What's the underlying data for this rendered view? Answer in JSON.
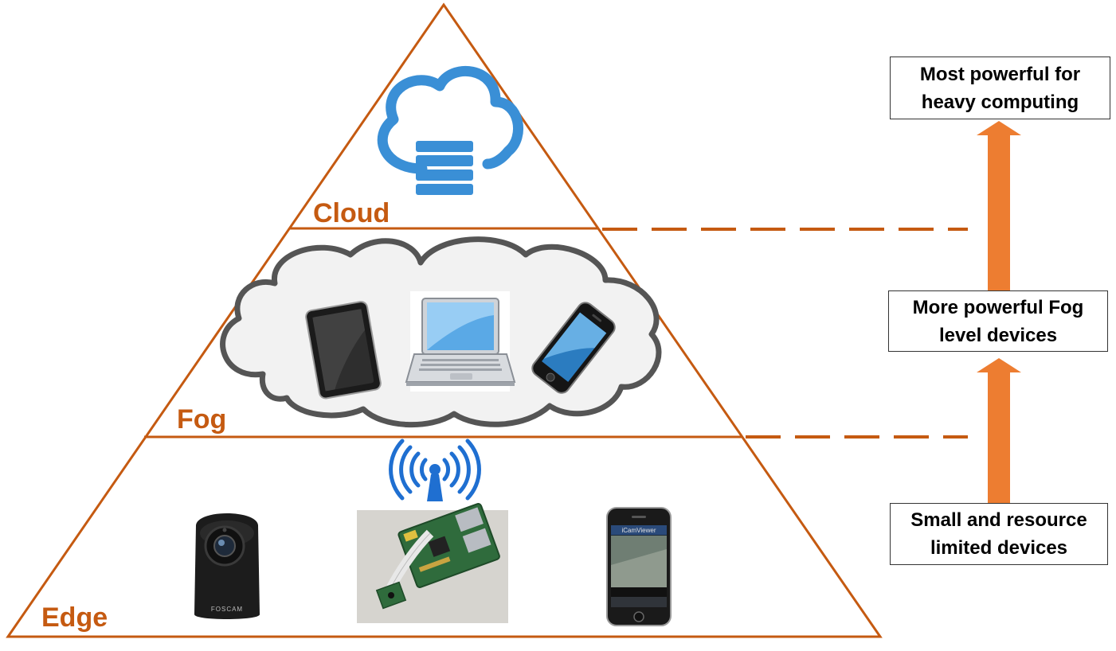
{
  "colors": {
    "layer_outline": "#c55a11",
    "layer_text": "#c55a11",
    "arrow": "#ed7d31",
    "cloud_icon": "#3a8fd6",
    "wifi": "#1f6fd1",
    "fog_cloud_fill": "#f2f2f2",
    "fog_cloud_stroke": "#555555"
  },
  "layers": {
    "cloud": {
      "label": "Cloud",
      "icon": "cloud-server-icon"
    },
    "fog": {
      "label": "Fog",
      "devices": [
        "tablet-icon",
        "laptop-icon",
        "smartphone-icon"
      ]
    },
    "edge": {
      "label": "Edge",
      "devices": [
        "ip-camera-icon",
        "wifi-icon",
        "raspberry-pi-board-icon",
        "iphone-camera-viewer-icon"
      ],
      "camera_brand": "FOSCAM",
      "phone_app": "iCamViewer"
    }
  },
  "side_labels": {
    "top_line1": "Most powerful for",
    "top_line2": "heavy computing",
    "middle_line1": "More powerful Fog",
    "middle_line2": "level devices",
    "bottom_line1": "Small and resource",
    "bottom_line2": "limited devices"
  }
}
